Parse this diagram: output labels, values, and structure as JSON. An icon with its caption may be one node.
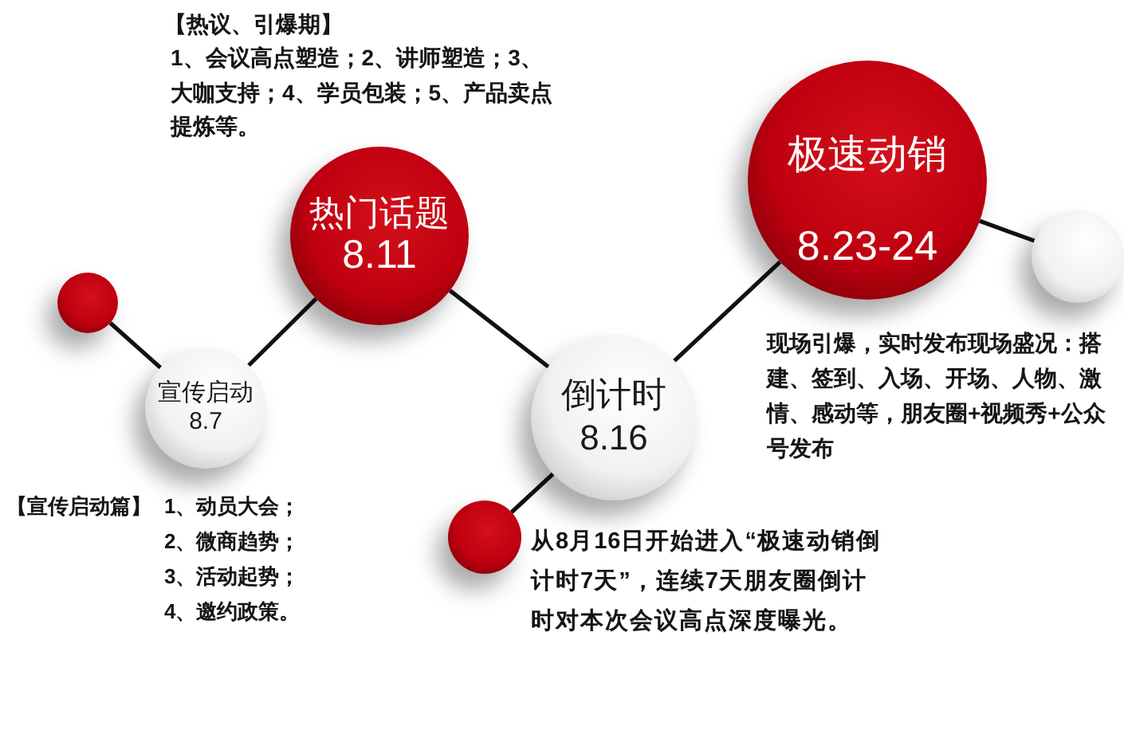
{
  "diagram": {
    "nodes": [
      {
        "text": [],
        "shape": "circle"
      },
      {
        "text": [
          "宣传启动",
          "8.7"
        ],
        "beside": [
          "【宣传启动篇】",
          "1、动员大会；",
          "2、微商趋势；",
          "3、活动起势；",
          "4、邀约政策。"
        ]
      },
      {
        "text": [
          "热门话题",
          "8.11"
        ],
        "beside": [
          "【热议、引爆期】",
          "1、会议高点塑造；2、讲师塑造；3、大咖支持；4、学员包装；5、产品卖点提炼等。"
        ]
      },
      {
        "text": [],
        "shape": "circle",
        "beside": [
          "从8月16日开始进入“极速动销倒计时7天”，连续7天朋友圈倒计时对本次会议高点深度曝光。"
        ]
      },
      {
        "text": [
          "倒计时",
          "8.16"
        ]
      },
      {
        "text": [
          "极速动销",
          "8.23-24"
        ],
        "beside": [
          "现场引爆，实时发布现场盛况：搭建、签到、入场、开场、人物、激情、感动等，朋友圈+视频秀+公众号发布"
        ]
      },
      {
        "text": [],
        "shape": "circle"
      }
    ],
    "edges": [
      {
        "from": 0,
        "to": 1,
        "arrow": "none"
      },
      {
        "from": 1,
        "to": 2,
        "arrow": "none"
      },
      {
        "from": 2,
        "to": 4,
        "arrow": "none"
      },
      {
        "from": 4,
        "to": 3,
        "arrow": "none"
      },
      {
        "from": 4,
        "to": 5,
        "arrow": "none"
      },
      {
        "from": 5,
        "to": 6,
        "arrow": "none"
      }
    ]
  }
}
